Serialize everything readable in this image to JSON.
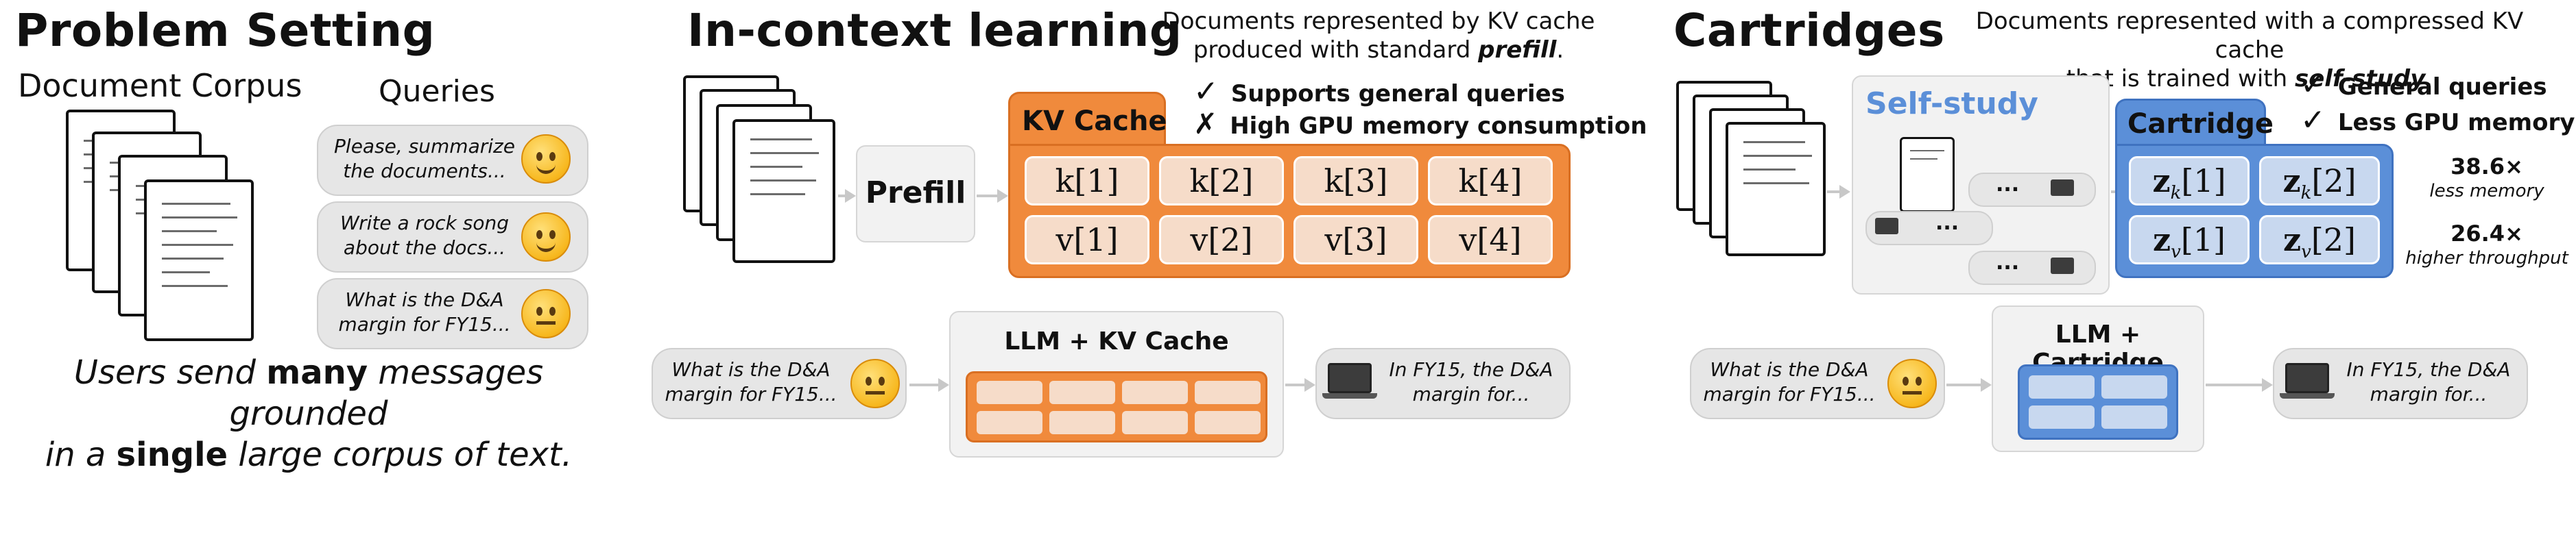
{
  "problem": {
    "title": "Problem Setting",
    "corpus_label": "Document Corpus",
    "queries_label": "Queries",
    "queries": [
      "Please, summarize the documents...",
      "Write a rock song about the docs...",
      "What is the D&A margin for FY15..."
    ],
    "caption_1a": "Users send ",
    "caption_1b": "many",
    "caption_1c": " messages grounded",
    "caption_2a": "in a ",
    "caption_2b": "single",
    "caption_2c": " large corpus of text."
  },
  "icl": {
    "title": "In-context learning",
    "subtitle_1": "Documents represented by KV cache",
    "subtitle_2a": "produced with standard ",
    "subtitle_2b": "prefill",
    "subtitle_2c": ".",
    "prefill_label": "Prefill",
    "kv_label": "KV Cache",
    "pros": [
      "Supports general queries",
      "High GPU memory consumption"
    ],
    "k_cells": [
      "k[1]",
      "k[2]",
      "k[3]",
      "k[4]"
    ],
    "v_cells": [
      "v[1]",
      "v[2]",
      "v[3]",
      "v[4]"
    ],
    "query": "What is the D&A margin for FY15...",
    "llm_label": "LLM + KV Cache",
    "answer": "In FY15, the D&A margin for..."
  },
  "cart": {
    "title": "Cartridges",
    "subtitle_1": "Documents represented with a compressed KV cache",
    "subtitle_2a": "that is trained with ",
    "subtitle_2b": "self-study",
    "subtitle_2c": ".",
    "selfstudy_label": "Self-study",
    "cartridge_label": "Cartridge",
    "pros": [
      "General queries",
      "Less GPU memory"
    ],
    "z_cells": [
      "z_k[1]",
      "z_k[2]",
      "z_v[1]",
      "z_v[2]"
    ],
    "stat1_value": "38.6×",
    "stat1_label": "less memory",
    "stat2_value": "26.4×",
    "stat2_label": "higher throughput",
    "query": "What is the D&A margin for FY15...",
    "llm_label": "LLM + Cartridge",
    "answer": "In FY15, the D&A margin for...",
    "dots": "..."
  },
  "colors": {
    "orange": "#f08a3c",
    "blue": "#5b8fd8"
  },
  "icons": [
    "document-icon",
    "grinning-face-emoji",
    "smiling-face-emoji",
    "thinking-face-emoji",
    "laptop-icon",
    "check-icon",
    "cross-icon"
  ]
}
